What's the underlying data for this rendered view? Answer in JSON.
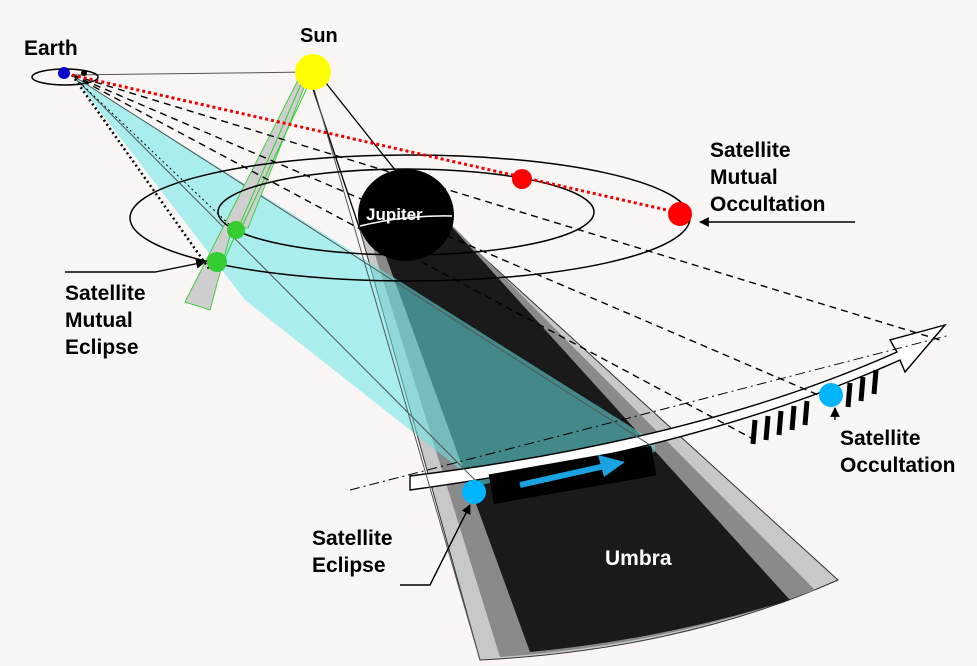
{
  "labels": {
    "earth": "Earth",
    "sun": "Sun",
    "jupiter": "Jupiter",
    "umbra": "Umbra",
    "mutual_occultation": [
      "Satellite",
      "Mutual",
      "Occultation"
    ],
    "mutual_eclipse": [
      "Satellite",
      "Mutual",
      "Eclipse"
    ],
    "occultation": [
      "Satellite",
      "Occultation"
    ],
    "eclipse": [
      "Satellite",
      "Eclipse"
    ]
  },
  "colors": {
    "background": "#fbf6f6",
    "sun": "#ffff00",
    "earth": "#0000cc",
    "jupiter": "#000000",
    "satellite_red": "#ff0000",
    "satellite_green": "#33cc33",
    "satellite_blue": "#00b4ff",
    "line_of_sight_fill": "#66e6e6",
    "umbra": "#1a1a1a",
    "penumbra_inner": "#8a8a8a",
    "penumbra_outer": "#c8c8c8",
    "motion_arrow": "#1aa3e0"
  }
}
